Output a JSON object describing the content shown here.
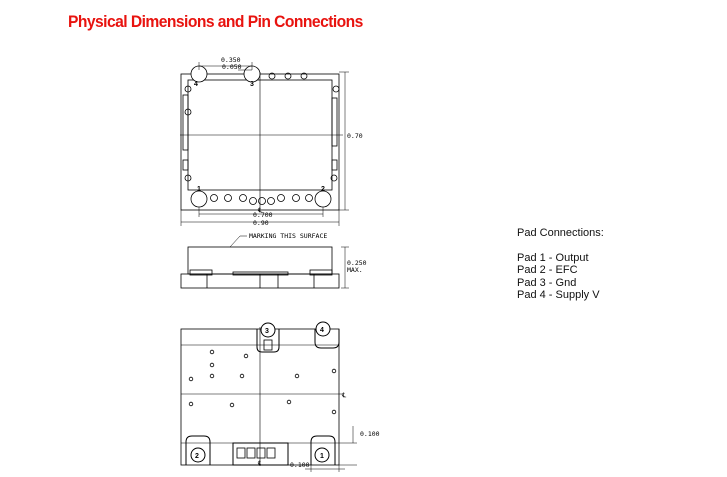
{
  "title": "Physical Dimensions and  Pin Connections",
  "colors": {
    "title": "#e8130f",
    "line": "#000000"
  },
  "top_view": {
    "dims": {
      "d0350": "0.350",
      "d0050": "0.050",
      "d070": "0.70",
      "d0700": "0.700",
      "d090": "0.90"
    },
    "pins": {
      "p1": "1",
      "p2": "2",
      "p3": "3",
      "p4": "4"
    },
    "centerline": "℄"
  },
  "side_view": {
    "note": "MARKING THIS SURFACE",
    "height_value": "0.250",
    "height_max": "MAX."
  },
  "bottom_view": {
    "pins": {
      "p1": "1",
      "p2": "2",
      "p3": "3",
      "p4": "4"
    },
    "dims": {
      "pad_a": "0.100",
      "pad_b": "0.100"
    },
    "centerline_a": "℄",
    "centerline_b": "℄"
  },
  "pad_connections": {
    "heading": "Pad Connections:",
    "items": [
      "Pad 1 - Output",
      "Pad 2 - EFC",
      "Pad 3 - Gnd",
      "Pad 4 - Supply V"
    ]
  }
}
